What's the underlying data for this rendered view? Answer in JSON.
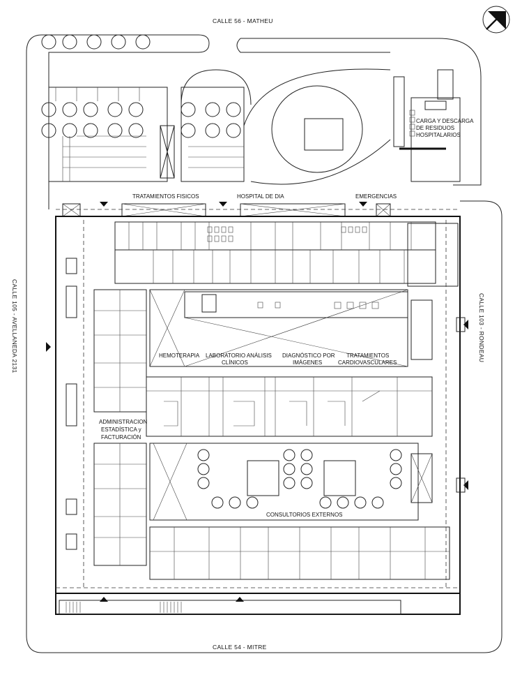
{
  "streets": {
    "north": "CALLE  56 - MATHEU",
    "west": "CALLE  105 - AVELLANEDA 2131",
    "east": "CALLE  103 - RONDEAU",
    "south": "CALLE  54 - MITRE"
  },
  "areas": {
    "physical_treatments": "TRATAMIENTOS FISICOS",
    "day_hospital": "HOSPITAL DE DIA",
    "emergencies": "EMERGENCIAS",
    "waste_1": "CARGA Y DESCARGA",
    "waste_2": "DE RESIDUOS",
    "waste_3": "HOSPITALARIOS",
    "hemotherapy": "HEMOTERAPIA",
    "lab_1": "LABORATORIO ANÁLISIS",
    "lab_2": "CLÍNICOS",
    "imaging_1": "DIAGNÓSTICO POR",
    "imaging_2": "IMÁGENES",
    "cardio_1": "TRATAMIENTOS",
    "cardio_2": "CARDIOVASCULARES",
    "admin_1": "ADMINISTRACION",
    "admin_2": "ESTADÍSTICA y",
    "admin_3": "FACTURACIÓN",
    "outpatient": "CONSULTORIOS EXTERNOS"
  },
  "icons": {
    "north_arrow": "north-arrow-icon",
    "entrance": "entrance-triangle-icon",
    "tree": "tree-circle-icon"
  }
}
